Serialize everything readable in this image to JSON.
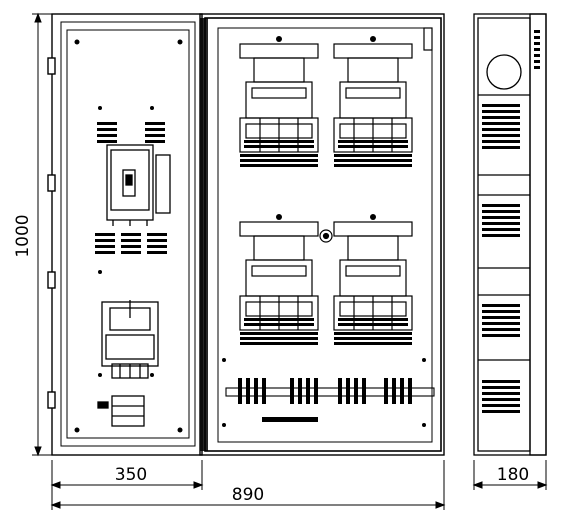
{
  "dimensions": {
    "height_label": "1000",
    "left_width_label": "350",
    "total_width_label": "890",
    "depth_label": "180"
  },
  "colors": {
    "line": "#000000",
    "background": "#ffffff"
  },
  "views": [
    "front-left-section",
    "front-right-section",
    "side-view"
  ]
}
